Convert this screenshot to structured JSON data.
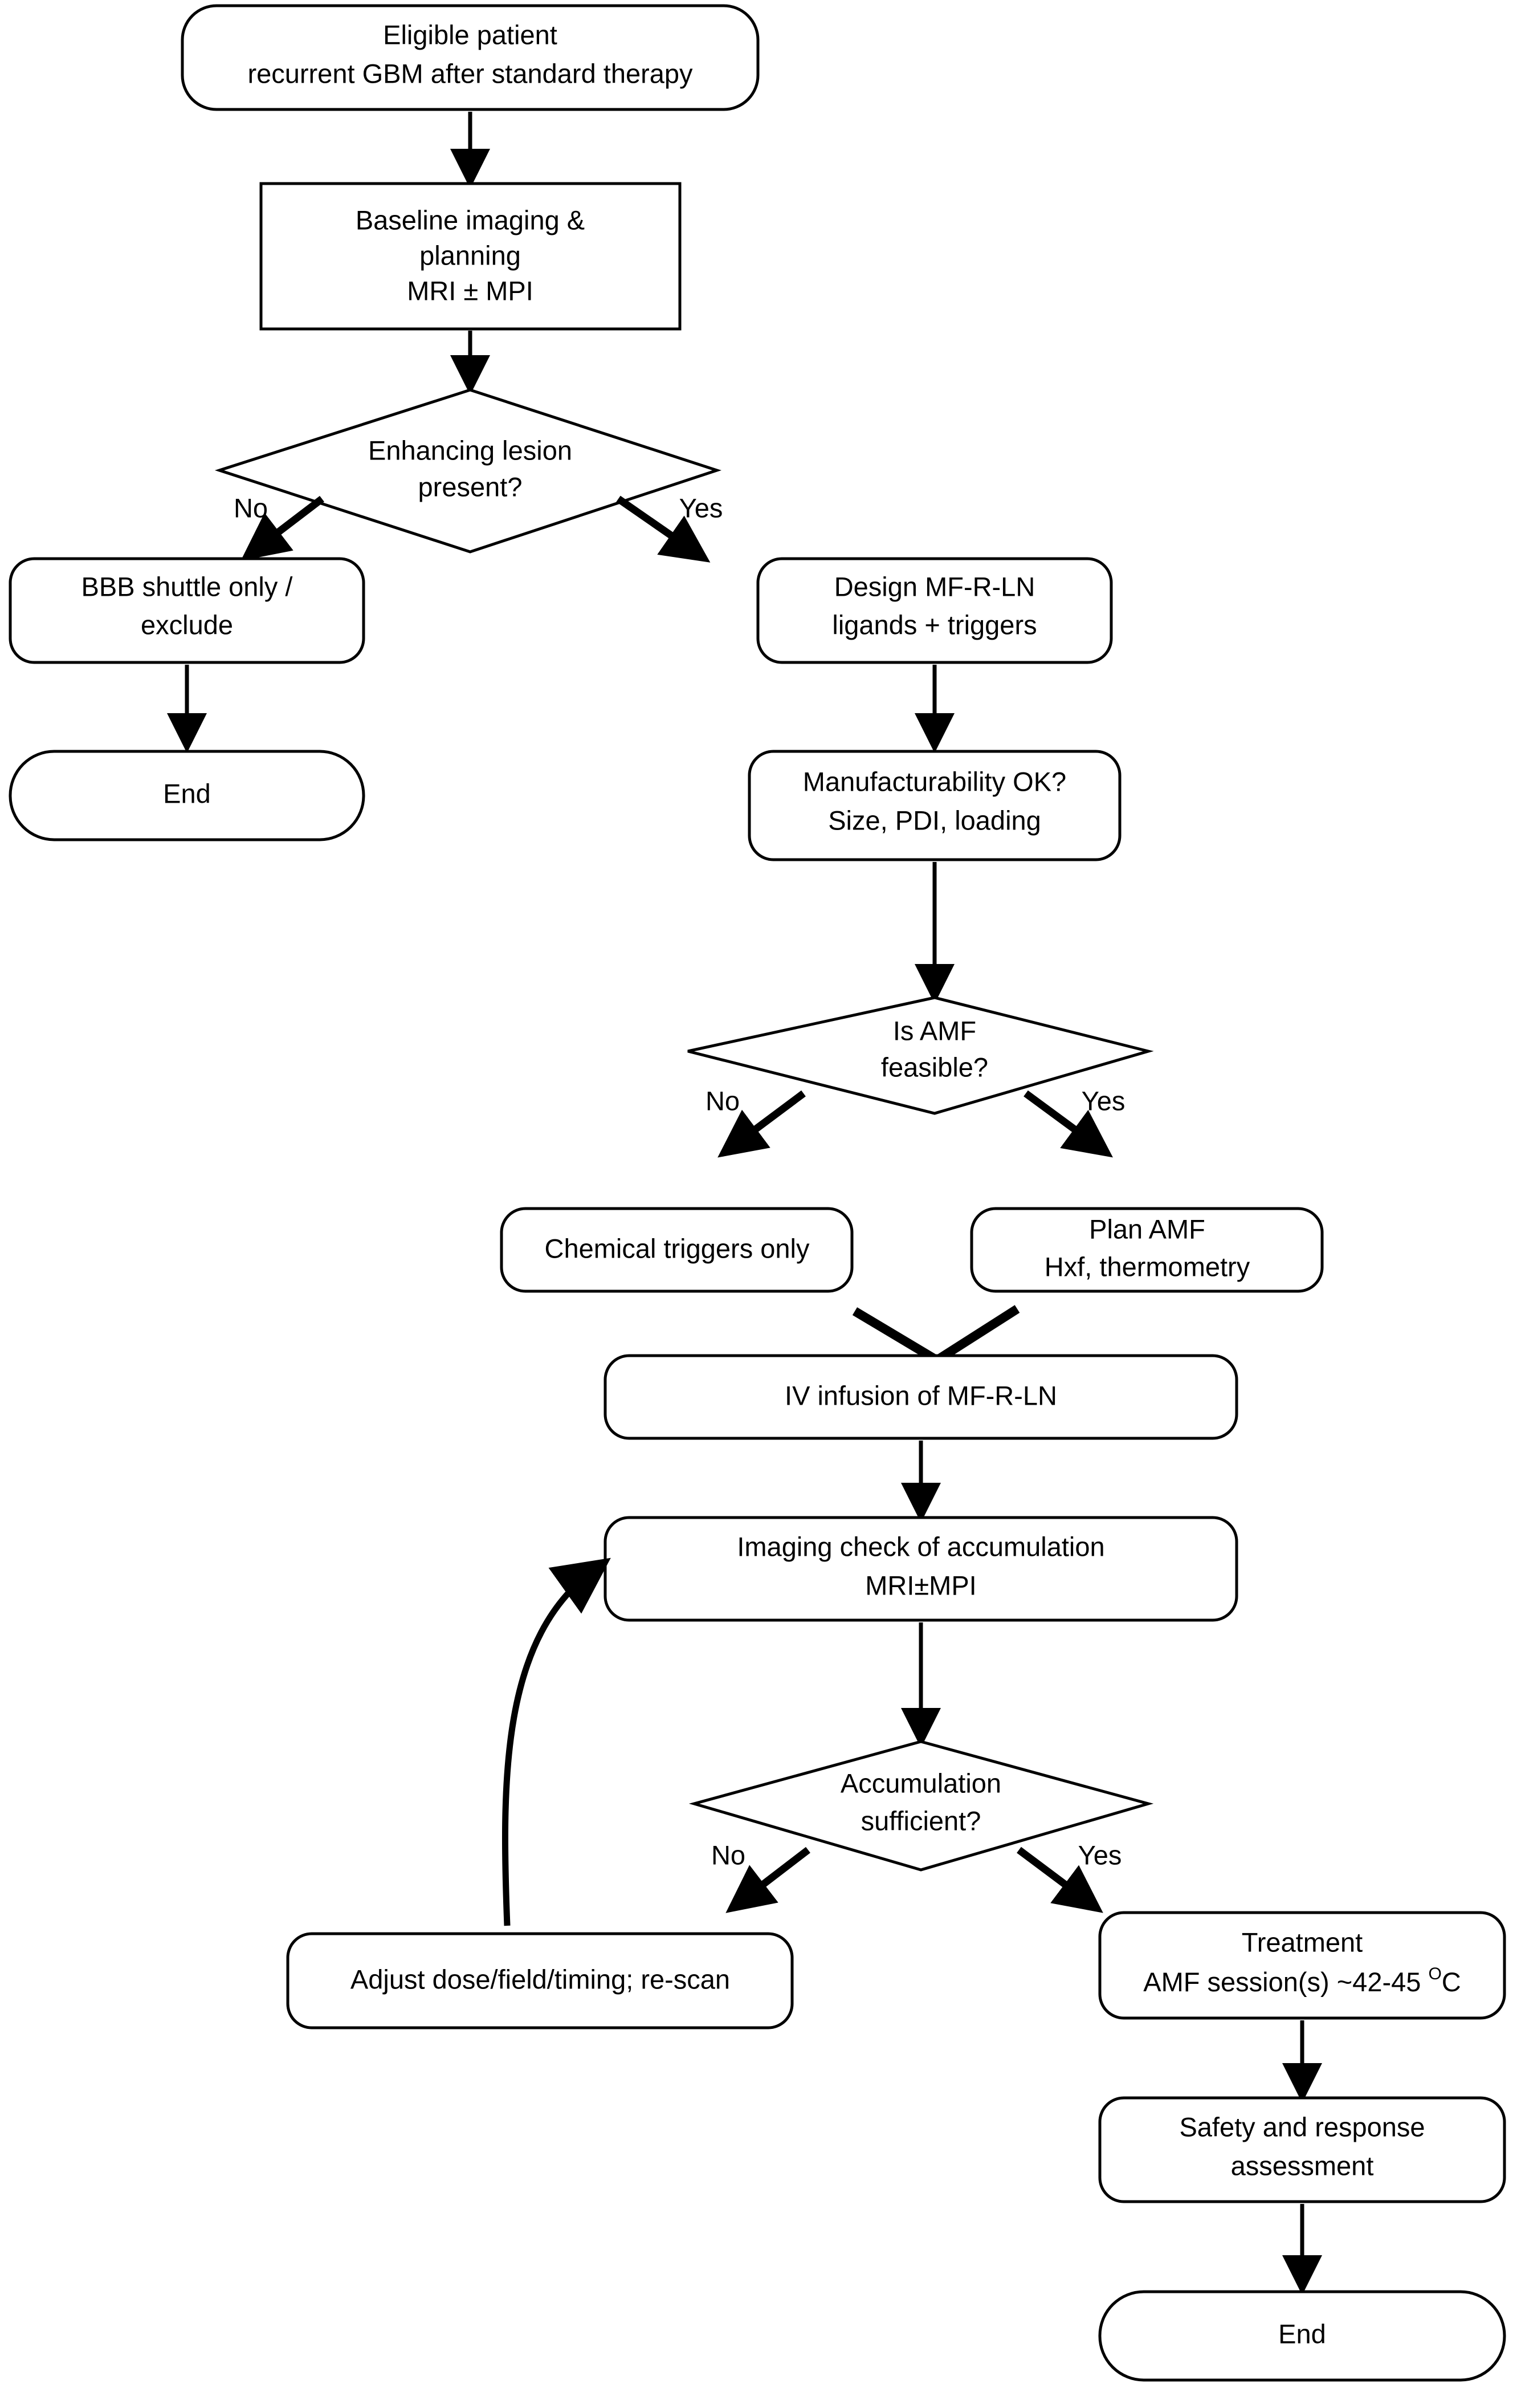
{
  "diagram": {
    "type": "flowchart",
    "title": "",
    "background_color": "#ffffff",
    "line_color": "#000000",
    "text_color": "#000000"
  },
  "nodes": {
    "eligible_patient": {
      "shape": "rounded-rectangle",
      "line1": "Eligible patient",
      "line2": "recurrent GBM after standard therapy"
    },
    "baseline_imaging": {
      "shape": "rectangle",
      "line1": "Baseline imaging &",
      "line2": "planning",
      "line3": "MRI ± MPI"
    },
    "enhancing_lesion": {
      "shape": "diamond",
      "line1": "Enhancing lesion",
      "line2": "present?"
    },
    "bbb_shuttle": {
      "shape": "rounded-rectangle",
      "line1": "BBB shuttle only /",
      "line2": "exclude"
    },
    "end_left": {
      "shape": "stadium",
      "line1": "End"
    },
    "design_mfrln": {
      "shape": "rounded-rectangle",
      "line1": "Design MF-R-LN",
      "line2": "ligands + triggers"
    },
    "manufacturability": {
      "shape": "rounded-rectangle",
      "line1": "Manufacturability OK?",
      "line2": "Size, PDI, loading"
    },
    "is_amf_feasible": {
      "shape": "diamond",
      "line1": "Is AMF",
      "line2": "feasible?"
    },
    "chemical_triggers": {
      "shape": "rounded-rectangle",
      "line1": "Chemical triggers only"
    },
    "plan_amf": {
      "shape": "rounded-rectangle",
      "line1": "Plan AMF",
      "line2": "Hxf, thermometry"
    },
    "iv_infusion": {
      "shape": "rounded-rectangle",
      "line1": "IV infusion of MF-R-LN"
    },
    "imaging_check": {
      "shape": "rounded-rectangle",
      "line1": "Imaging check of accumulation",
      "line2": "MRI±MPI"
    },
    "accumulation_sufficient": {
      "shape": "diamond",
      "line1": "Accumulation",
      "line2": "sufficient?"
    },
    "adjust_dose": {
      "shape": "rounded-rectangle",
      "line1": "Adjust dose/field/timing; re-scan"
    },
    "treatment": {
      "shape": "rounded-rectangle",
      "line1": "Treatment",
      "line2_a": "AMF session(s) ~42-45 ",
      "line2_deg": "O",
      "line2_b": "C"
    },
    "safety_response": {
      "shape": "rounded-rectangle",
      "line1": "Safety and response",
      "line2": "assessment"
    },
    "end_right": {
      "shape": "stadium",
      "line1": "End"
    }
  },
  "edge_labels": {
    "lesion_no": "No",
    "lesion_yes": "Yes",
    "amf_no": "No",
    "amf_yes": "Yes",
    "accum_no": "No",
    "accum_yes": "Yes"
  }
}
